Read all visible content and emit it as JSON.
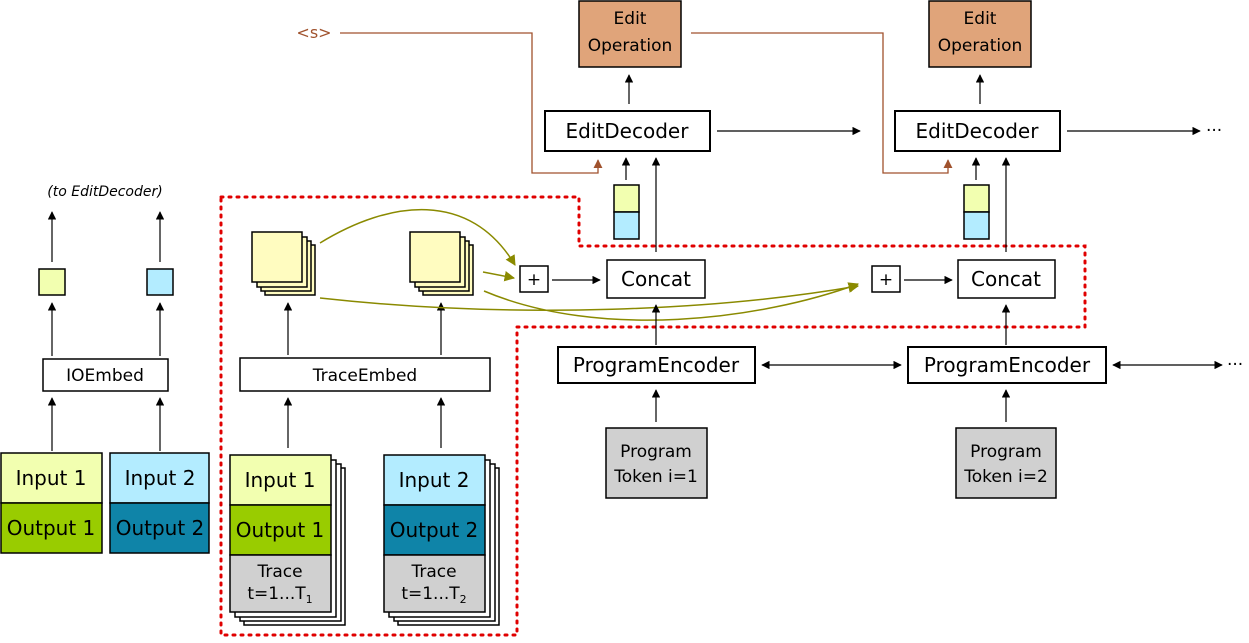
{
  "colors": {
    "input_fill": "#f2ffb0",
    "output1_fill": "#99cc00",
    "output2_fill": "#0f84a8",
    "input2_fill": "#b3ecff",
    "trace_fill": "#d0d0d0",
    "embed_yellow": "#fffcc0",
    "edit_op_fill": "#e0a47a",
    "program_fill": "#d0d0d0",
    "olive_arrow": "#8a8a00",
    "brown_arrow": "#a0522d",
    "dotted_red": "#e00000"
  },
  "labels": {
    "to_edit_decoder": "(to EditDecoder)",
    "io_embed": "IOEmbed",
    "trace_embed": "TraceEmbed",
    "input1": "Input 1",
    "output1": "Output 1",
    "input2": "Input 2",
    "output2": "Output 2",
    "trace": "Trace",
    "trace_t1_base": "t=1...T",
    "trace_t1_sub": "1",
    "trace_t2_base": "t=1...T",
    "trace_t2_sub": "2",
    "start_token": "<s>",
    "plus": "+",
    "concat": "Concat",
    "program_encoder": "ProgramEncoder",
    "edit_decoder": "EditDecoder",
    "edit_operation_line1": "Edit",
    "edit_operation_line2": "Operation",
    "program_line1": "Program",
    "program_token_1": "Token i=1",
    "program_token_2": "Token i=2",
    "ellipsis": "···"
  }
}
